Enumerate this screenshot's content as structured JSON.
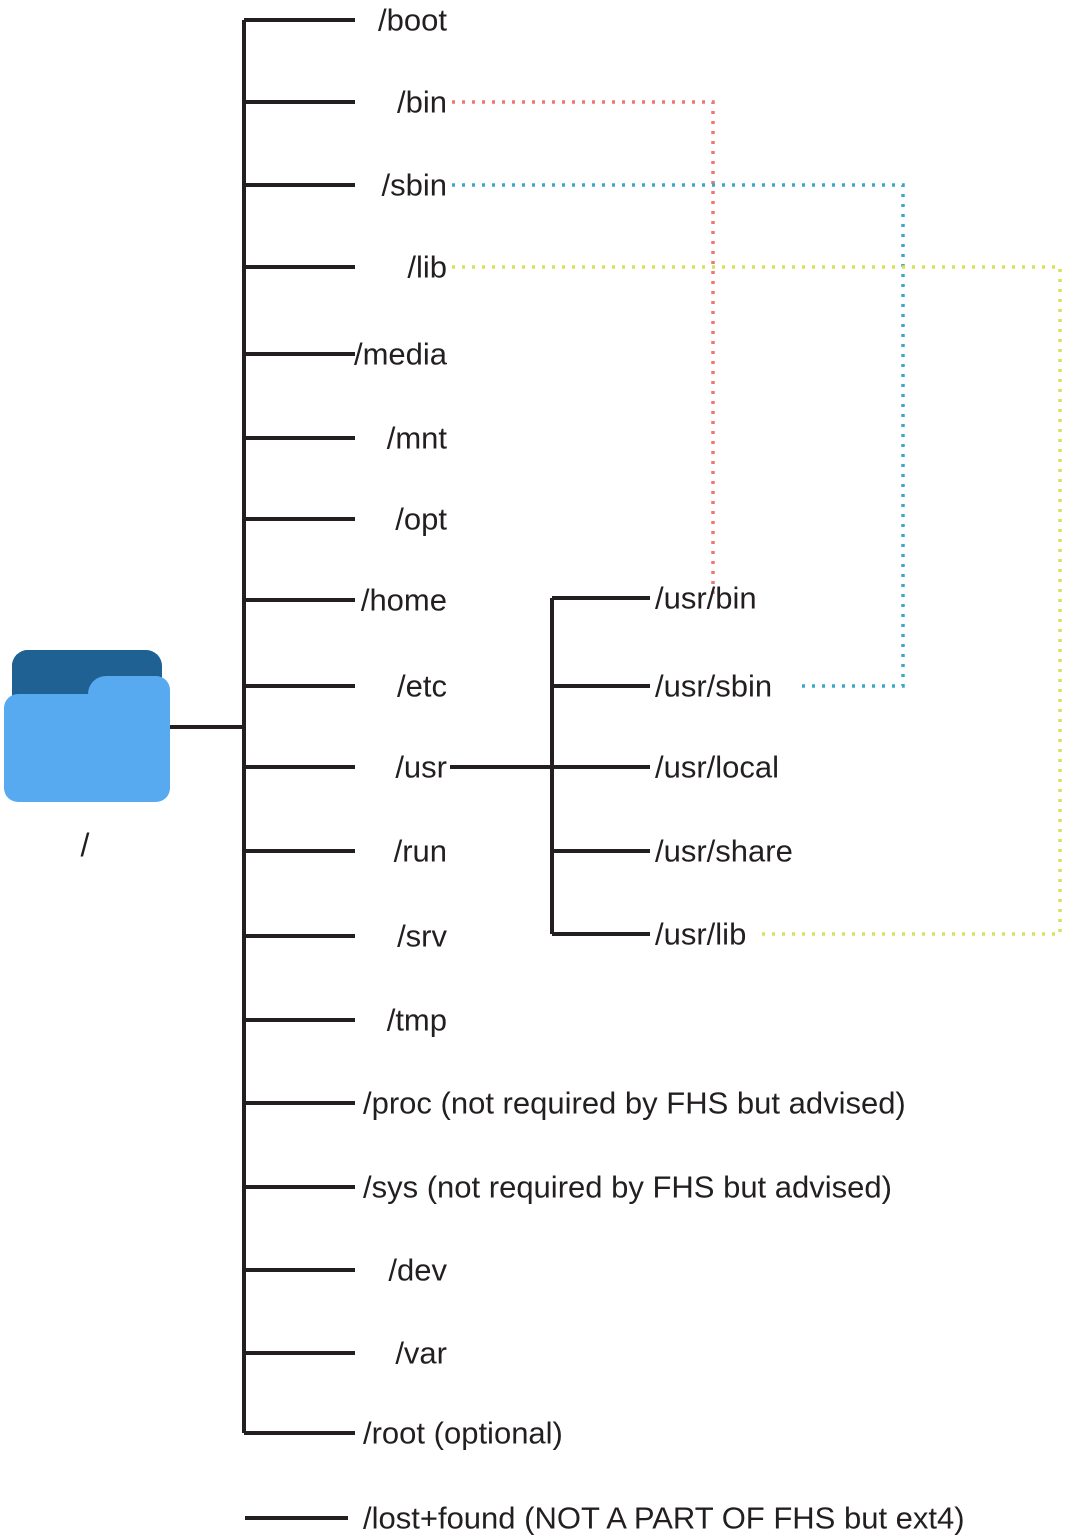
{
  "diagram": {
    "title_text": "/",
    "root_icon": "folder-icon",
    "colors": {
      "line": "#231f20",
      "bin_link": "#f0766f",
      "sbin_link": "#3aa8c6",
      "lib_link": "#d9e05c",
      "folder_back": "#1f6193",
      "folder_front": "#57aaf0",
      "text": "#231f20",
      "background": "#ffffff"
    },
    "root": {
      "label": "/",
      "children": [
        {
          "label": "/boot",
          "align": "right"
        },
        {
          "label": "/bin",
          "align": "right"
        },
        {
          "label": "/sbin",
          "align": "right"
        },
        {
          "label": "/lib",
          "align": "right"
        },
        {
          "label": "/media",
          "align": "right"
        },
        {
          "label": "/mnt",
          "align": "right"
        },
        {
          "label": "/opt",
          "align": "right"
        },
        {
          "label": "/home",
          "align": "right"
        },
        {
          "label": "/etc",
          "align": "right"
        },
        {
          "label": "/usr",
          "align": "right"
        },
        {
          "label": "/run",
          "align": "right"
        },
        {
          "label": "/srv",
          "align": "right"
        },
        {
          "label": "/tmp",
          "align": "right"
        },
        {
          "label": "/proc (not required by FHS but advised)",
          "align": "left"
        },
        {
          "label": "/sys (not required by FHS but advised)",
          "align": "left"
        },
        {
          "label": "/dev",
          "align": "right"
        },
        {
          "label": "/var",
          "align": "right"
        },
        {
          "label": "/root (optional)",
          "align": "left"
        },
        {
          "label": "/lost+found (NOT A PART OF FHS but ext4)",
          "align": "left"
        }
      ]
    },
    "usr": {
      "parent": "/usr",
      "children": [
        {
          "label": "/usr/bin"
        },
        {
          "label": "/usr/sbin"
        },
        {
          "label": "/usr/local"
        },
        {
          "label": "/usr/share"
        },
        {
          "label": "/usr/lib"
        }
      ]
    },
    "links": [
      {
        "name": "bin-to-usr-bin",
        "from": "/bin",
        "to": "/usr/bin",
        "color": "#f0766f"
      },
      {
        "name": "sbin-to-usr-sbin",
        "from": "/sbin",
        "to": "/usr/sbin",
        "color": "#3aa8c6"
      },
      {
        "name": "lib-to-usr-lib",
        "from": "/lib",
        "to": "/usr/lib",
        "color": "#d9e05c"
      }
    ]
  }
}
